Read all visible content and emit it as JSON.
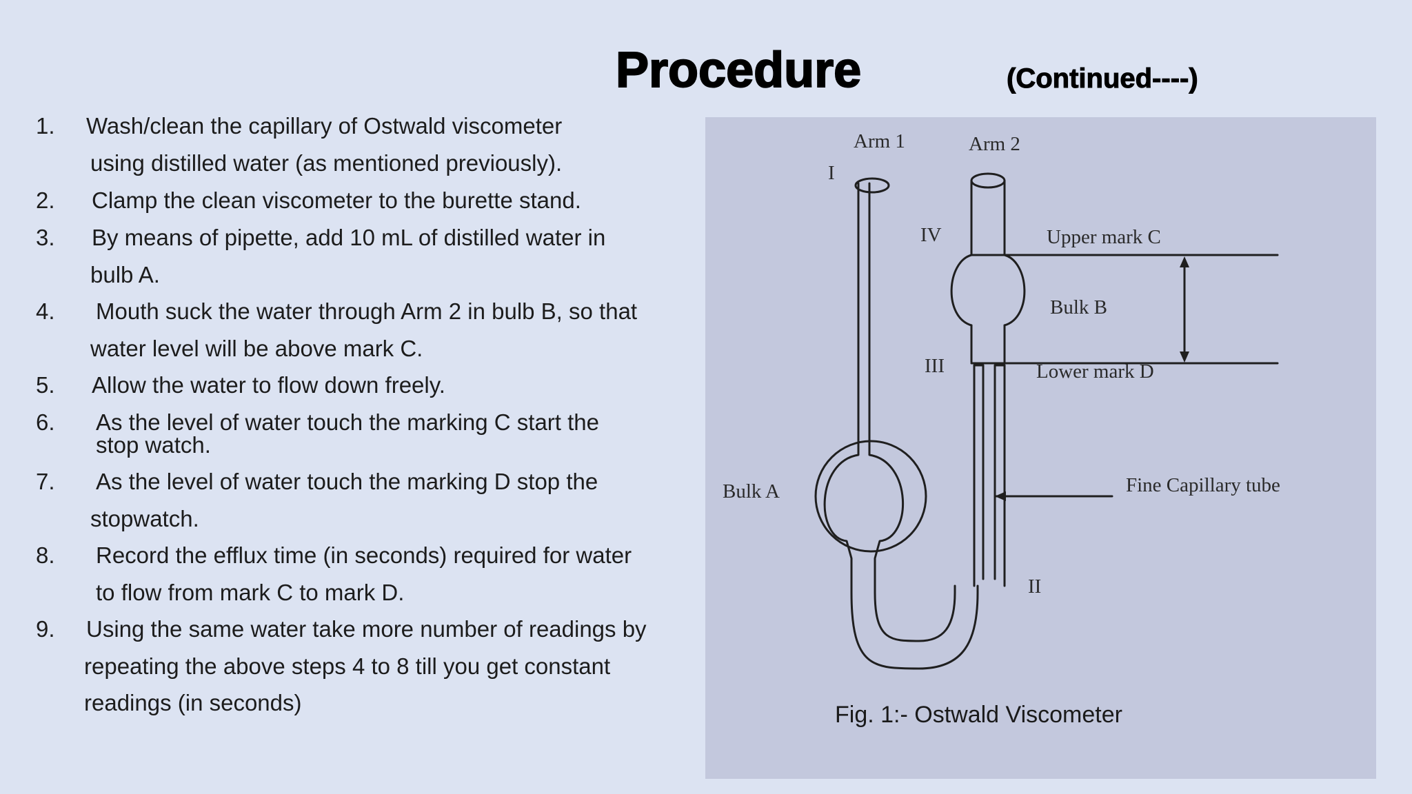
{
  "slide": {
    "title": "Procedure",
    "subtitle": "(Continued----)"
  },
  "steps": [
    {
      "number": "1.",
      "lines": [
        "Wash/clean the capillary of Ostwald viscometer",
        "using distilled water (as mentioned previously)."
      ]
    },
    {
      "number": "2.",
      "lines": [
        "Clamp the clean viscometer to the burette stand."
      ]
    },
    {
      "number": "3.",
      "lines": [
        "By means of pipette,  add 10 mL of distilled water in",
        "bulb A."
      ]
    },
    {
      "number": "4.",
      "lines": [
        "Mouth suck the water through Arm 2 in bulb B, so that",
        "water level will be above mark C."
      ]
    },
    {
      "number": "5.",
      "lines": [
        "Allow the water to flow down freely."
      ]
    },
    {
      "number": "6.",
      "lines": [
        "As the level of water touch the marking C start the",
        "stop watch."
      ]
    },
    {
      "number": "7.",
      "lines": [
        "As the level of water touch the marking D stop the",
        "stopwatch."
      ]
    },
    {
      "number": "8.",
      "lines": [
        "Record the efflux time (in seconds) required for water",
        "to flow from mark C to mark D."
      ]
    },
    {
      "number": "9.",
      "lines": [
        "Using the same water take more number of readings by",
        "repeating the above steps 4 to 8 till you get constant",
        "readings (in seconds)"
      ]
    }
  ],
  "figure": {
    "labels": {
      "arm1": "Arm 1",
      "arm2": "Arm 2",
      "roman_i": "I",
      "roman_ii": "II",
      "roman_iii": "III",
      "roman_iv": "IV",
      "upper_mark": "Upper mark C",
      "lower_mark": "Lower mark D",
      "bulk_a": "Bulk A",
      "bulk_b": "Bulk B",
      "capillary": "Fine Capillary tube"
    },
    "caption": "Fig. 1:- Ostwald Viscometer"
  }
}
